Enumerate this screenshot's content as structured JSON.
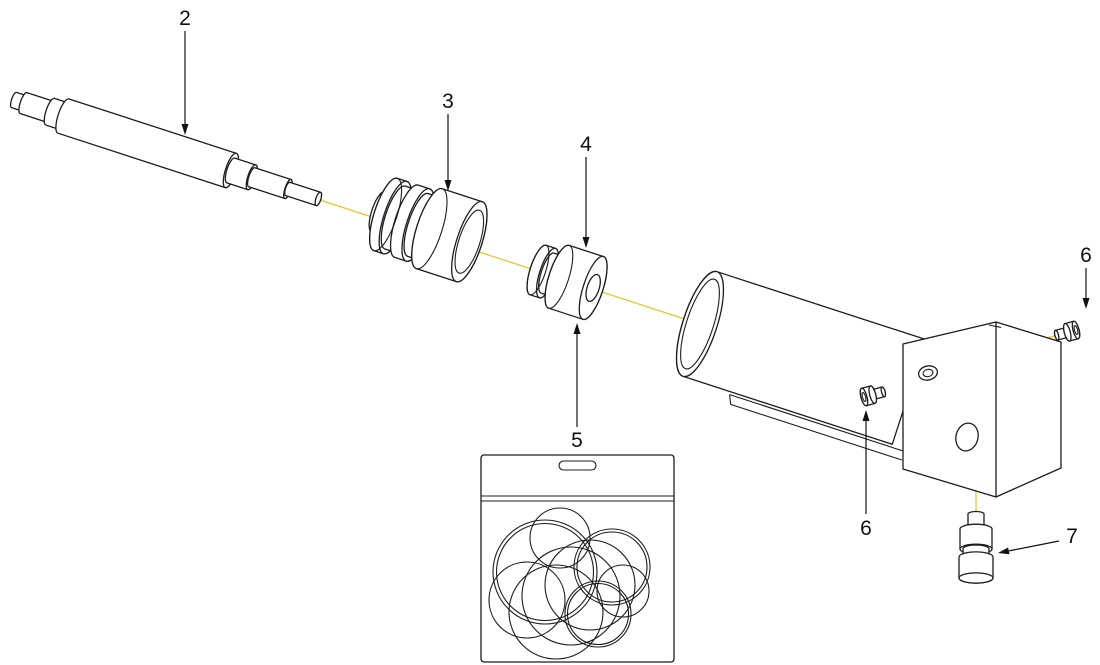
{
  "diagram": {
    "type": "exploded-parts-diagram"
  },
  "callouts": [
    {
      "label": "2"
    },
    {
      "label": "3"
    },
    {
      "label": "4"
    },
    {
      "label": "5"
    },
    {
      "label": "6"
    },
    {
      "label": "6"
    },
    {
      "label": "7"
    }
  ],
  "colors": {
    "line": "#1c1c1c",
    "centerline": "#e8c31d",
    "label": "#111111",
    "background": "#ffffff"
  }
}
